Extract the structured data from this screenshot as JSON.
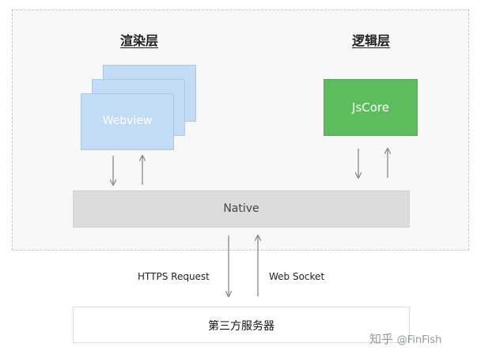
{
  "render_layer": {
    "title": "渲染层",
    "webview_label": "Webview"
  },
  "logic_layer": {
    "title": "逻辑层",
    "jscore_label": "JsCore"
  },
  "native": {
    "label": "Native"
  },
  "connections": {
    "https_label": "HTTPS Request",
    "websocket_label": "Web Socket"
  },
  "server": {
    "label": "第三方服务器"
  },
  "watermark": {
    "site": "知乎",
    "author": "@FinFish"
  },
  "colors": {
    "webview_fill": "#c2dcf6",
    "jscore_fill": "#5bbd5b",
    "native_fill": "#dcdcdc",
    "container_border": "#c8c8c8",
    "arrow": "#888888"
  }
}
